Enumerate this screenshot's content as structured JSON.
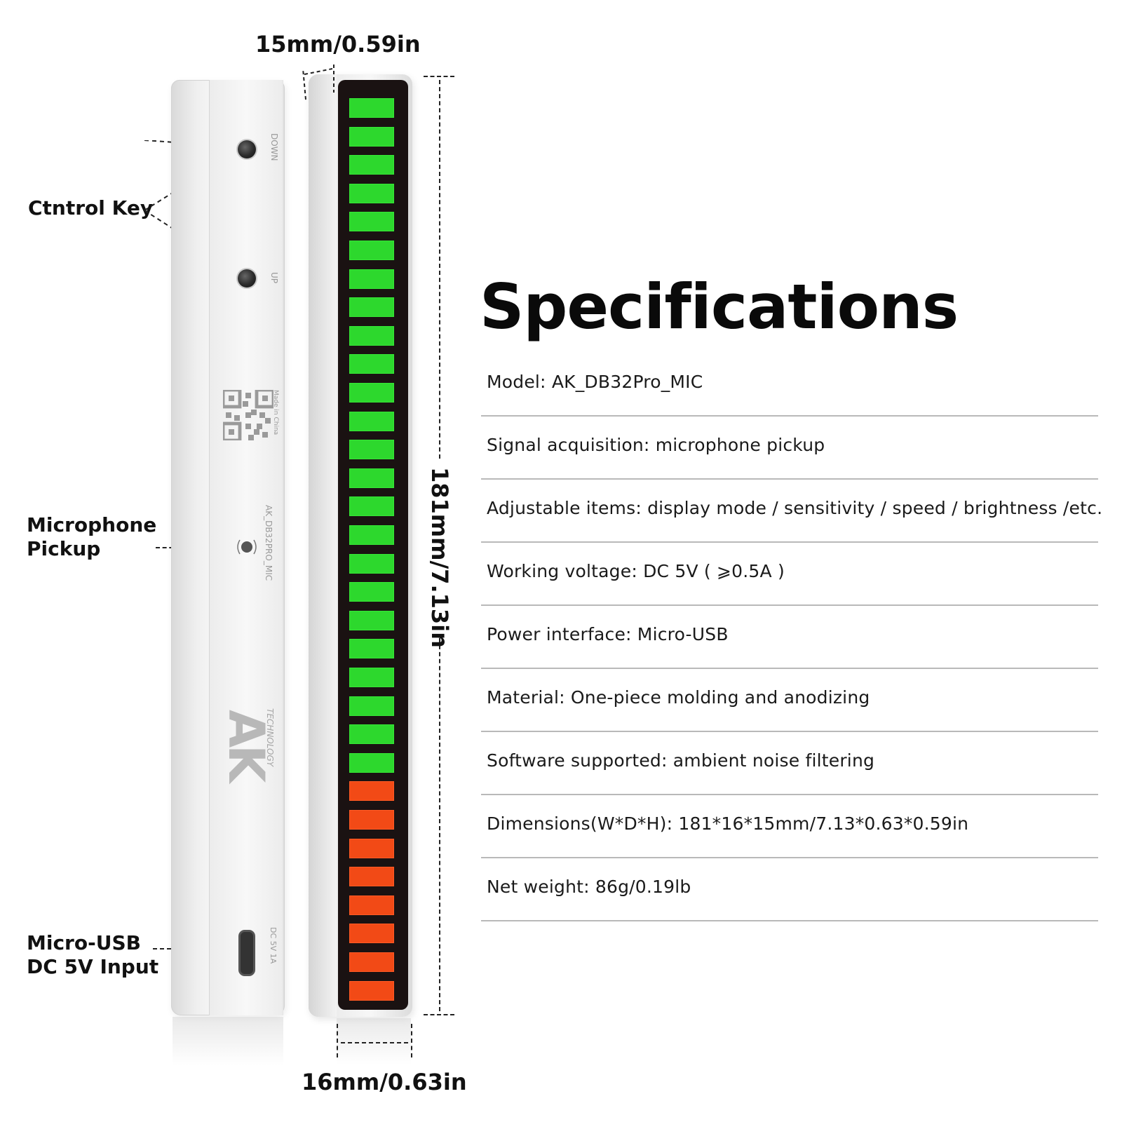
{
  "labels": {
    "control_key": "Ctntrol Key",
    "microphone_line1": "Microphone",
    "microphone_line2": "Pickup",
    "usb_line1": "Micro-USB",
    "usb_line2": "DC 5V Input"
  },
  "device_print": {
    "down": "DOWN",
    "up": "UP",
    "made_in": "Made in China",
    "model": "AK_DB32PRO_MIC",
    "logo": "AK",
    "brand": "TECHNOLOGY",
    "power": "DC 5V 1A"
  },
  "dimensions": {
    "depth": "15mm/0.59in",
    "length": "181mm/7.13in",
    "width": "16mm/0.63in"
  },
  "led_bar": {
    "segments_total": 32,
    "green_segments": 24,
    "red_segments": 8,
    "green_color": "#2dd82d",
    "red_color": "#f24a16"
  },
  "specifications": {
    "title": "Specifications",
    "items": [
      "Model: AK_DB32Pro_MIC",
      "Signal acquisition: microphone pickup",
      "Adjustable items:  display mode / sensitivity / speed / brightness /etc.",
      "Working voltage: DC 5V ( ⩾0.5A )",
      "Power interface: Micro-USB",
      "Material: One-piece molding and anodizing",
      "Software supported: ambient noise filtering",
      "Dimensions(W*D*H): 181*16*15mm/7.13*0.63*0.59in",
      "Net weight: 86g/0.19lb"
    ]
  }
}
